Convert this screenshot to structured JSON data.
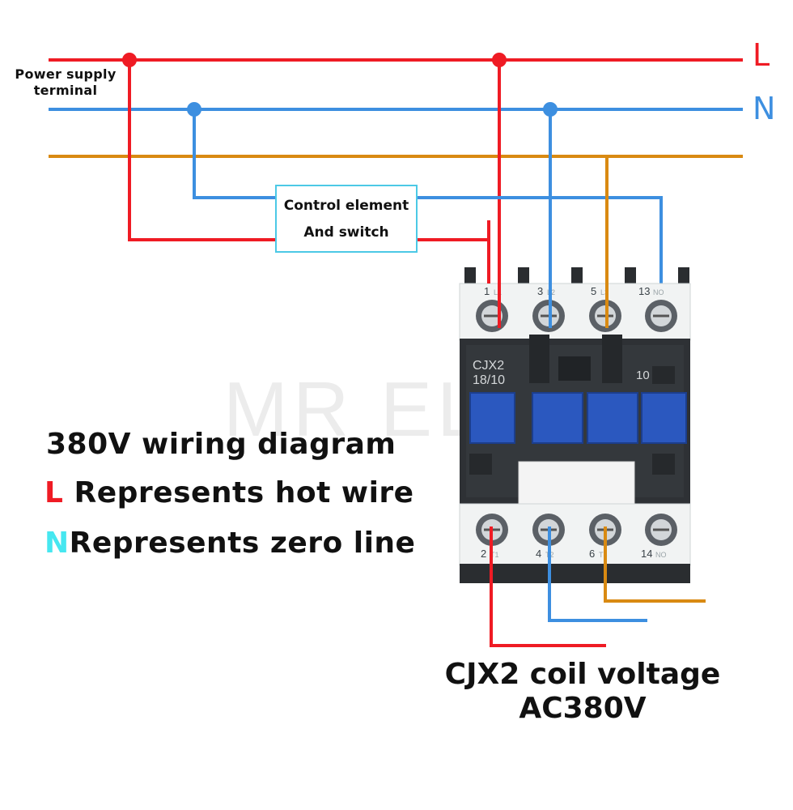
{
  "power_supply_label": [
    "Power supply",
    "terminal"
  ],
  "line_labels": {
    "L": "L",
    "N": "N"
  },
  "colors": {
    "live": "#ef1b24",
    "neutral": "#3d8fe0",
    "phase3": "#d98a12",
    "box_border": "#4cc9e6",
    "n_highlight": "#46e7f0"
  },
  "control_box": {
    "line1": "Control element",
    "line2": "And switch"
  },
  "legend": {
    "title": "380V wiring diagram",
    "l_letter": "L",
    "l_text": " Represents hot wire",
    "n_letter": "N",
    "n_text": "Represents zero line"
  },
  "contactor": {
    "model": "CJX2",
    "rating": "18/10",
    "aux_code": "10",
    "watermark": "MR EL",
    "top_terminals": [
      {
        "num": "1",
        "tag": "L1"
      },
      {
        "num": "3",
        "tag": "L2"
      },
      {
        "num": "5",
        "tag": "L3"
      },
      {
        "num": "13",
        "tag": "NO"
      }
    ],
    "bottom_terminals": [
      {
        "num": "2",
        "tag": "T1"
      },
      {
        "num": "4",
        "tag": "T2"
      },
      {
        "num": "6",
        "tag": "T3"
      },
      {
        "num": "14",
        "tag": "NO"
      }
    ]
  },
  "caption": {
    "line1": "CJX2 coil voltage",
    "line2": "AC380V"
  }
}
